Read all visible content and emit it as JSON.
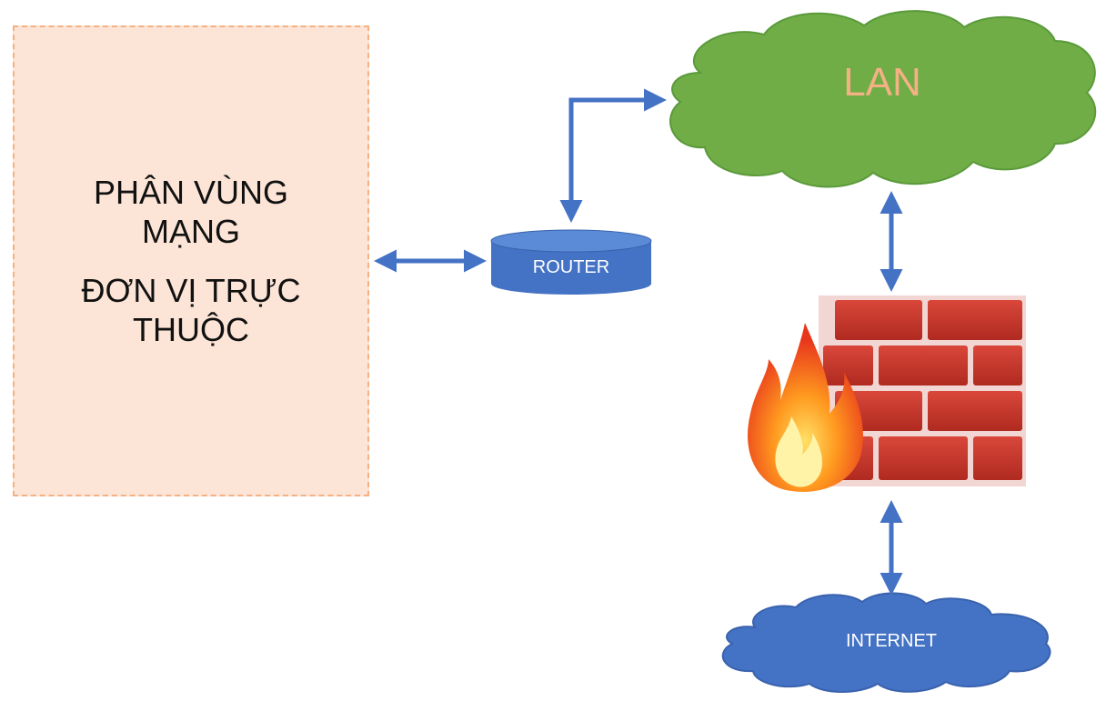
{
  "zone": {
    "line1": "PHÂN VÙNG",
    "line2": "MẠNG",
    "line3": "ĐƠN VỊ TRỰC",
    "line4": "THUỘC"
  },
  "lan": {
    "label": "LAN",
    "color": "#70ad47",
    "text_color": "#f4b183"
  },
  "router": {
    "label": "ROUTER",
    "color": "#4472c4"
  },
  "internet": {
    "label": "INTERNET",
    "color": "#4472c4"
  },
  "firewall": {
    "icon": "firewall-icon",
    "brick_color": "#c0392b"
  },
  "arrow_color": "#4472c4"
}
